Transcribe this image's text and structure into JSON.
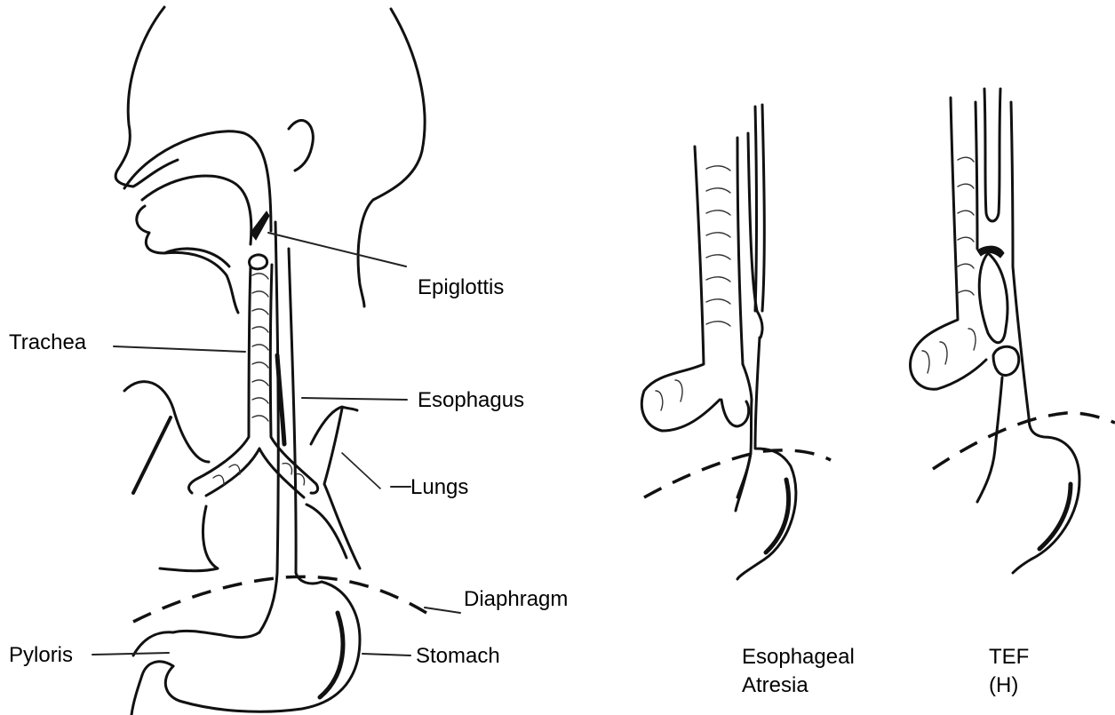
{
  "labels": {
    "epiglottis": "Epiglottis",
    "trachea": "Trachea",
    "esophagus": "Esophagus",
    "lungs": "Lungs",
    "diaphragm": "Diaphragm",
    "pyloris": "Pyloris",
    "stomach": "Stomach"
  },
  "panels": {
    "atresia": {
      "line1": "Esophageal",
      "line2": "Atresia"
    },
    "tef": {
      "line1": "TEF",
      "line2": "(H)"
    }
  }
}
